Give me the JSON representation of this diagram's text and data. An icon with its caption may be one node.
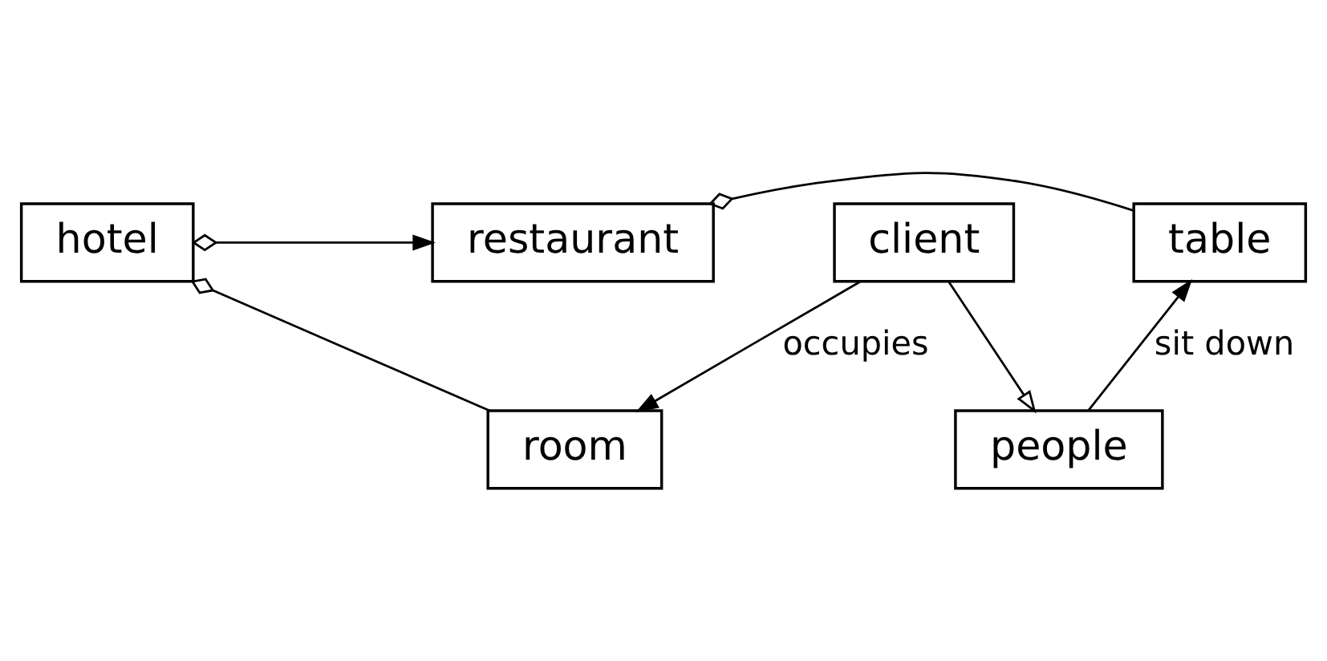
{
  "diagram": {
    "nodes": [
      {
        "text": [
          "hotel"
        ]
      },
      {
        "text": [
          "restaurant"
        ]
      },
      {
        "text": [
          "table"
        ]
      },
      {
        "text": [
          "room"
        ]
      },
      {
        "text": [
          "people"
        ]
      },
      {
        "text": [
          "client"
        ]
      }
    ],
    "edges": [
      {
        "from": 0,
        "to": 1,
        "arrow": "to"
      },
      {
        "from": 1,
        "to": 2,
        "arrow": "other"
      },
      {
        "from": 0,
        "to": 3,
        "arrow": "other"
      },
      {
        "from": 4,
        "to": 2,
        "arrow": "to",
        "label": "sit down"
      },
      {
        "from": 5,
        "to": 4,
        "arrow": "to"
      },
      {
        "from": 5,
        "to": 3,
        "arrow": "to",
        "label": "occupies"
      }
    ]
  }
}
